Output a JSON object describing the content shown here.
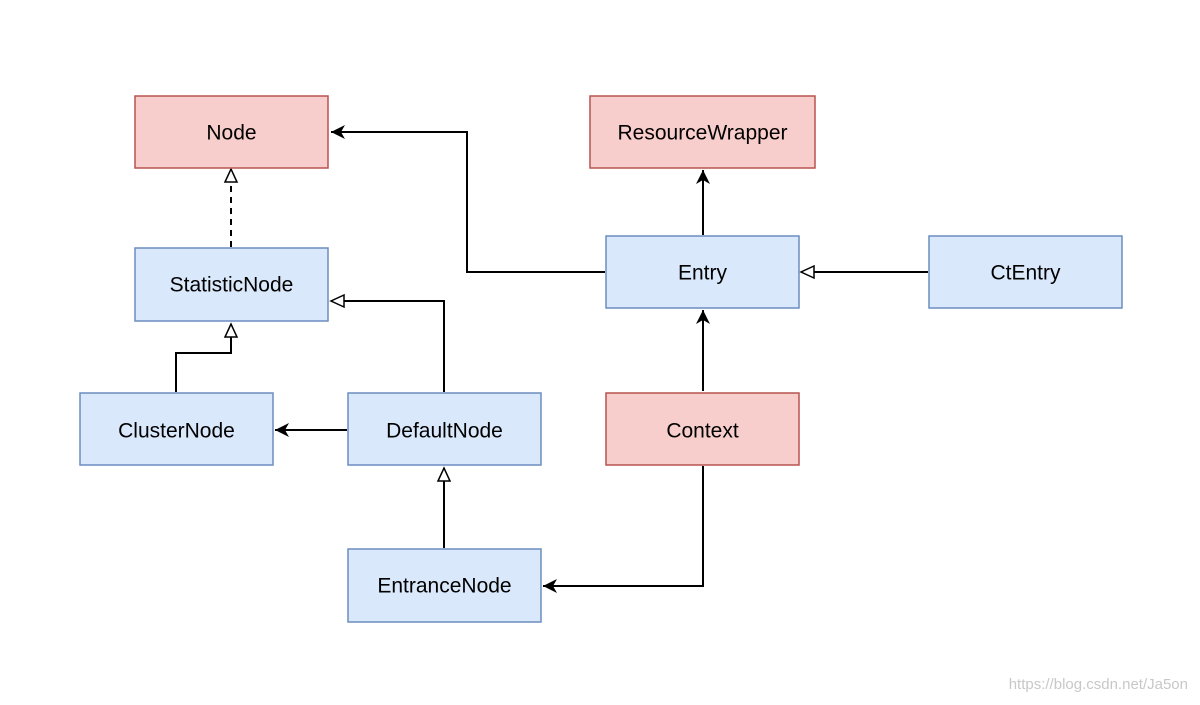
{
  "diagram": {
    "colors": {
      "red_fill": "#f8cecc",
      "red_stroke": "#b85450",
      "blue_fill": "#dae8fc",
      "blue_stroke": "#6c8ebf",
      "edge": "#000000"
    },
    "nodes": {
      "node": {
        "label": "Node",
        "style": "red"
      },
      "resource_wrapper": {
        "label": "ResourceWrapper",
        "style": "red"
      },
      "statistic_node": {
        "label": "StatisticNode",
        "style": "blue"
      },
      "entry": {
        "label": "Entry",
        "style": "blue"
      },
      "ct_entry": {
        "label": "CtEntry",
        "style": "blue"
      },
      "cluster_node": {
        "label": "ClusterNode",
        "style": "blue"
      },
      "default_node": {
        "label": "DefaultNode",
        "style": "blue"
      },
      "context": {
        "label": "Context",
        "style": "red"
      },
      "entrance_node": {
        "label": "EntranceNode",
        "style": "blue"
      }
    },
    "edges": [
      {
        "from": "statistic_node",
        "to": "node",
        "kind": "realization"
      },
      {
        "from": "cluster_node",
        "to": "statistic_node",
        "kind": "inheritance"
      },
      {
        "from": "default_node",
        "to": "statistic_node",
        "kind": "inheritance"
      },
      {
        "from": "default_node",
        "to": "cluster_node",
        "kind": "association"
      },
      {
        "from": "entrance_node",
        "to": "default_node",
        "kind": "inheritance"
      },
      {
        "from": "entry",
        "to": "node",
        "kind": "association"
      },
      {
        "from": "entry",
        "to": "resource_wrapper",
        "kind": "association"
      },
      {
        "from": "ct_entry",
        "to": "entry",
        "kind": "inheritance"
      },
      {
        "from": "context",
        "to": "entry",
        "kind": "association"
      },
      {
        "from": "context",
        "to": "entrance_node",
        "kind": "association"
      }
    ]
  },
  "watermark": "https://blog.csdn.net/Ja5on"
}
